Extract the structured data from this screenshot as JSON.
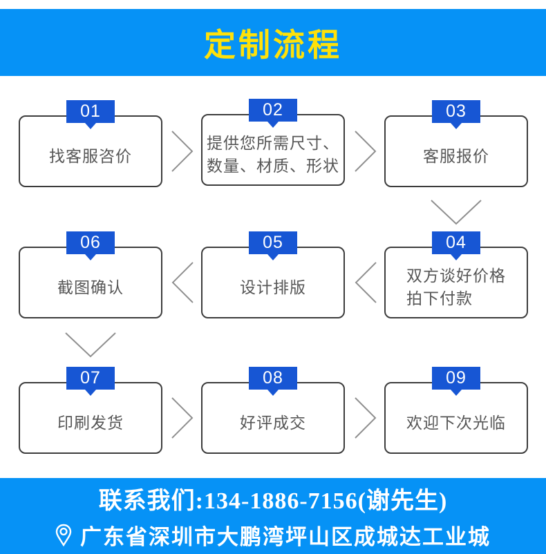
{
  "header": {
    "title": "定制流程"
  },
  "steps": [
    {
      "num": "01",
      "text": "找客服咨价"
    },
    {
      "num": "02",
      "text": "提供您所需尺寸、\n数量、材质、形状"
    },
    {
      "num": "03",
      "text": "客服报价"
    },
    {
      "num": "04",
      "text": "双方谈好价格\n拍下付款"
    },
    {
      "num": "05",
      "text": "设计排版"
    },
    {
      "num": "06",
      "text": "截图确认"
    },
    {
      "num": "07",
      "text": "印刷发货"
    },
    {
      "num": "08",
      "text": "好评成交"
    },
    {
      "num": "09",
      "text": "欢迎下次光临"
    }
  ],
  "footer": {
    "contact_line": "联系我们:134-1886-7156(谢先生)",
    "address_line": "广东省深圳市大鹏湾坪山区成城达工业城"
  },
  "colors": {
    "band_blue": "#0692f6",
    "badge_blue": "#1756d4",
    "title_yellow": "#ffe10a",
    "box_border": "#3c3c3c",
    "box_text": "#565656",
    "connector_gray": "#8f8f8f"
  }
}
